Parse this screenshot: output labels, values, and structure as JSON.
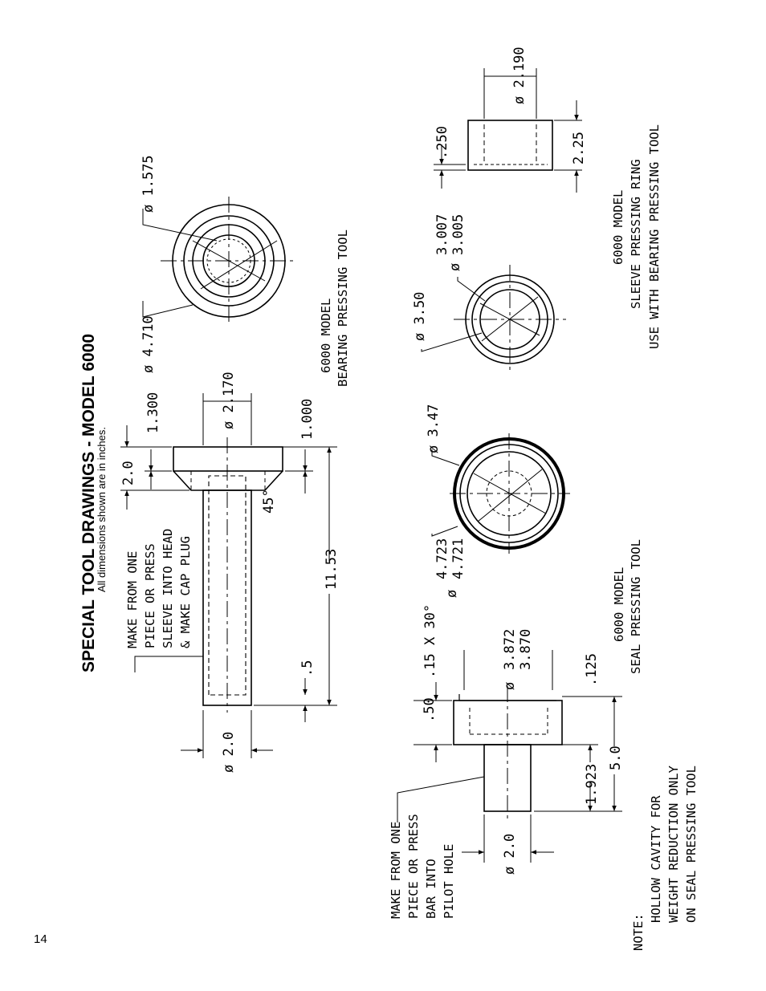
{
  "header": {
    "title": "SPECIAL TOOL DRAWINGS - MODEL 6000",
    "subtitle": "All dimensions shown are in inches."
  },
  "page_number": "14",
  "bearing_tool": {
    "label": [
      "6000 MODEL",
      "BEARING PRESSING TOOL"
    ],
    "note": [
      "MAKE FROM ONE",
      "PIECE OR PRESS",
      "SLEEVE INTO HEAD",
      "& MAKE CAP PLUG"
    ],
    "dims": {
      "shaft_dia": "ø 2.0",
      "length": "11.53",
      "tip": ".5",
      "head_len": "1.000",
      "head_dia": "2.0",
      "head_od": "ø 2.170",
      "head_offset": "1.300",
      "chamfer": "45°",
      "ring_od": "ø 4.710",
      "ring_id": "ø 1.575"
    }
  },
  "seal_tool": {
    "label": [
      "6000 MODEL",
      "SEAL PRESSING TOOL"
    ],
    "note": [
      "MAKE FROM ONE",
      "PIECE OR PRESS",
      "BAR INTO",
      "PILOT HOLE"
    ],
    "dims": {
      "chamfer": ".15 X 30°",
      "head_len": ".50",
      "head_dia_1": "3.872",
      "head_dia_2": "3.870",
      "lip": ".125",
      "shaft_len": "1.923",
      "total_len": "5.0",
      "shaft_dia": "ø 2.0",
      "outer_dia": "ø 3.47",
      "od_1": "4.723",
      "od_2": "4.721"
    }
  },
  "sleeve_ring": {
    "label": [
      "6000 MODEL",
      "SLEEVE PRESSING RING",
      "USE WITH BEARING PRESSING TOOL"
    ],
    "dims": {
      "dia_inner": "ø 3.50",
      "dia_1": "3.007",
      "dia_2": "3.005",
      "wall": ".250",
      "od": "ø 2.190",
      "height": "2.25"
    }
  },
  "note_block": [
    "NOTE:",
    "HOLLOW CAVITY FOR",
    "WEIGHT REDUCTION ONLY",
    "ON SEAL PRESSING TOOL"
  ]
}
